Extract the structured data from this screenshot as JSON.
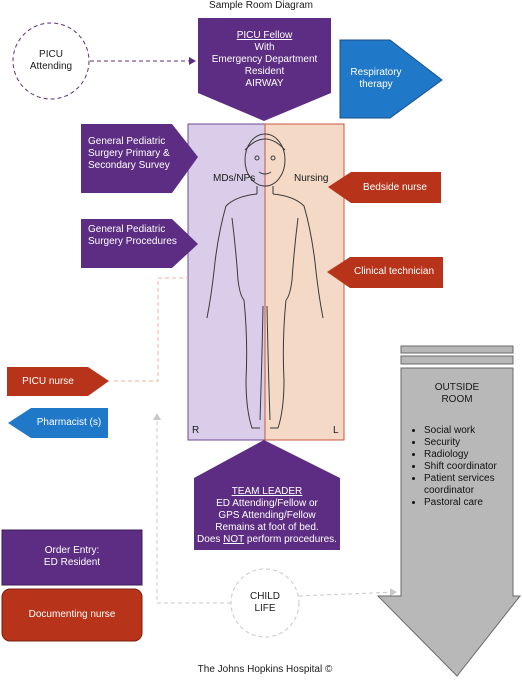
{
  "title": "Sample Room Diagram",
  "footer": "The Johns Hopkins Hospital ©",
  "picu_attending": "PICU Attending",
  "picu_fellow": {
    "line1": "PICU Fellow",
    "line2": "With",
    "line3": "Emergency Department",
    "line4": "Resident",
    "line5": "AIRWAY"
  },
  "respiratory": "Respiratory therapy",
  "gps_survey": "General Pediatric Surgery Primary & Secondary Survey",
  "gps_procedures": "General Pediatric Surgery Procedures",
  "bed_left_label": "MDs/NPs",
  "bed_right_label": "Nursing",
  "bed_r": "R",
  "bed_l": "L",
  "bedside_nurse": "Bedside nurse",
  "clinical_technician": "Clinical technician",
  "picu_nurse": "PICU nurse",
  "pharmacist": "Pharmacist (s)",
  "team_leader": {
    "heading": "TEAM LEADER",
    "line1": "ED Attending/Fellow or",
    "line2": "GPS Attending/Fellow",
    "line3": "Remains at foot of bed.",
    "line4a": "Does ",
    "line4b": "NOT",
    "line4c": " perform procedures."
  },
  "order_entry": {
    "line1": "Order Entry:",
    "line2": "ED Resident"
  },
  "documenting_nurse": "Documenting nurse",
  "child_life": {
    "line1": "CHILD",
    "line2": "LIFE"
  },
  "outside_room": {
    "heading_line1": "OUTSIDE",
    "heading_line2": "ROOM",
    "items": [
      "Social work",
      "Security",
      "Radiology",
      "Shift coordinator",
      "Patient services coordinator",
      "Pastoral care"
    ]
  },
  "colors": {
    "purple": "#5c2d82",
    "red": "#b7341b",
    "blue": "#1f78c8",
    "bed_left": "#d9cde9",
    "bed_right": "#f3d9c6",
    "gray_arrow": "#b8b8b8"
  }
}
